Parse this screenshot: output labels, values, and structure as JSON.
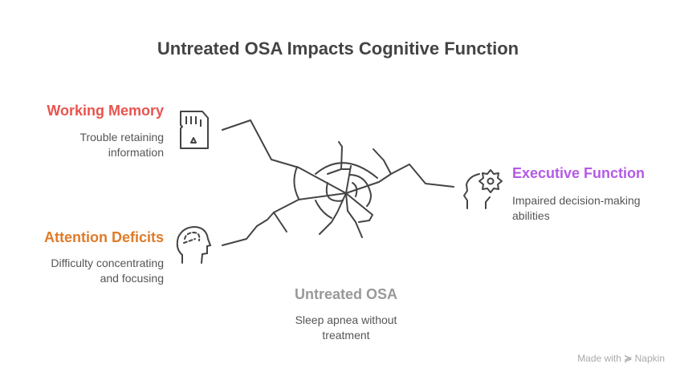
{
  "title": "Untreated OSA Impacts Cognitive Function",
  "colors": {
    "working_memory": "#e8534f",
    "attention": "#e07b28",
    "executive": "#b45ae6",
    "center": "#999999"
  },
  "items": {
    "working_memory": {
      "heading": "Working Memory",
      "desc1": "Trouble retaining",
      "desc2": "information",
      "icon": "sd-card-icon"
    },
    "attention": {
      "heading": "Attention Deficits",
      "desc1": "Difficulty concentrating",
      "desc2": "and focusing",
      "icon": "head-brain-icon"
    },
    "executive": {
      "heading": "Executive Function",
      "desc1": "Impaired decision-making",
      "desc2": "abilities",
      "icon": "head-gear-icon"
    },
    "center": {
      "heading": "Untreated OSA",
      "desc1": "Sleep apnea without",
      "desc2": "treatment",
      "icon": "cracked-glass-icon"
    }
  },
  "footer": {
    "made_with": "Made with",
    "brand": "Napkin"
  }
}
